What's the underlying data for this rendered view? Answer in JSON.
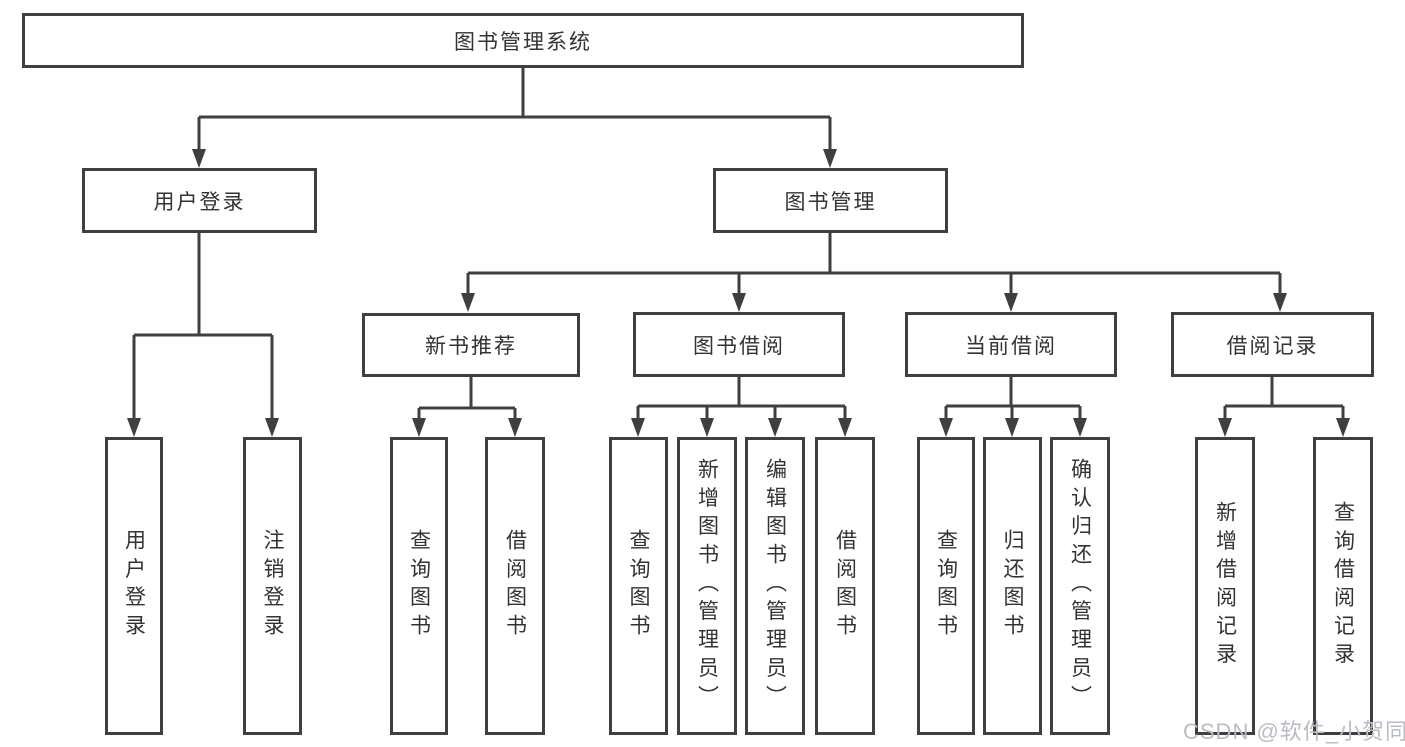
{
  "nodes": {
    "root": "图书管理系统",
    "user_login": "用户登录",
    "book_management": "图书管理",
    "new_book_recommend": "新书推荐",
    "book_borrowing": "图书借阅",
    "current_borrowing": "当前借阅",
    "borrowing_records": "借阅记录"
  },
  "leaves": {
    "user_login": [
      "用户登录",
      "注销登录"
    ],
    "new_book_recommend": [
      "查询图书",
      "借阅图书"
    ],
    "book_borrowing": [
      "查询图书",
      "新增图书（管理员）",
      "编辑图书（管理员）",
      "借阅图书"
    ],
    "current_borrowing": [
      "查询图书",
      "归还图书",
      "确认归还（管理员）"
    ],
    "borrowing_records": [
      "新增借阅记录",
      "查询借阅记录"
    ]
  },
  "watermark": "CSDN @软件_小贺同学",
  "colors": {
    "line": "#3f3f3f",
    "text": "#333333",
    "watermark": "#b9bdc3",
    "background": "#ffffff"
  }
}
